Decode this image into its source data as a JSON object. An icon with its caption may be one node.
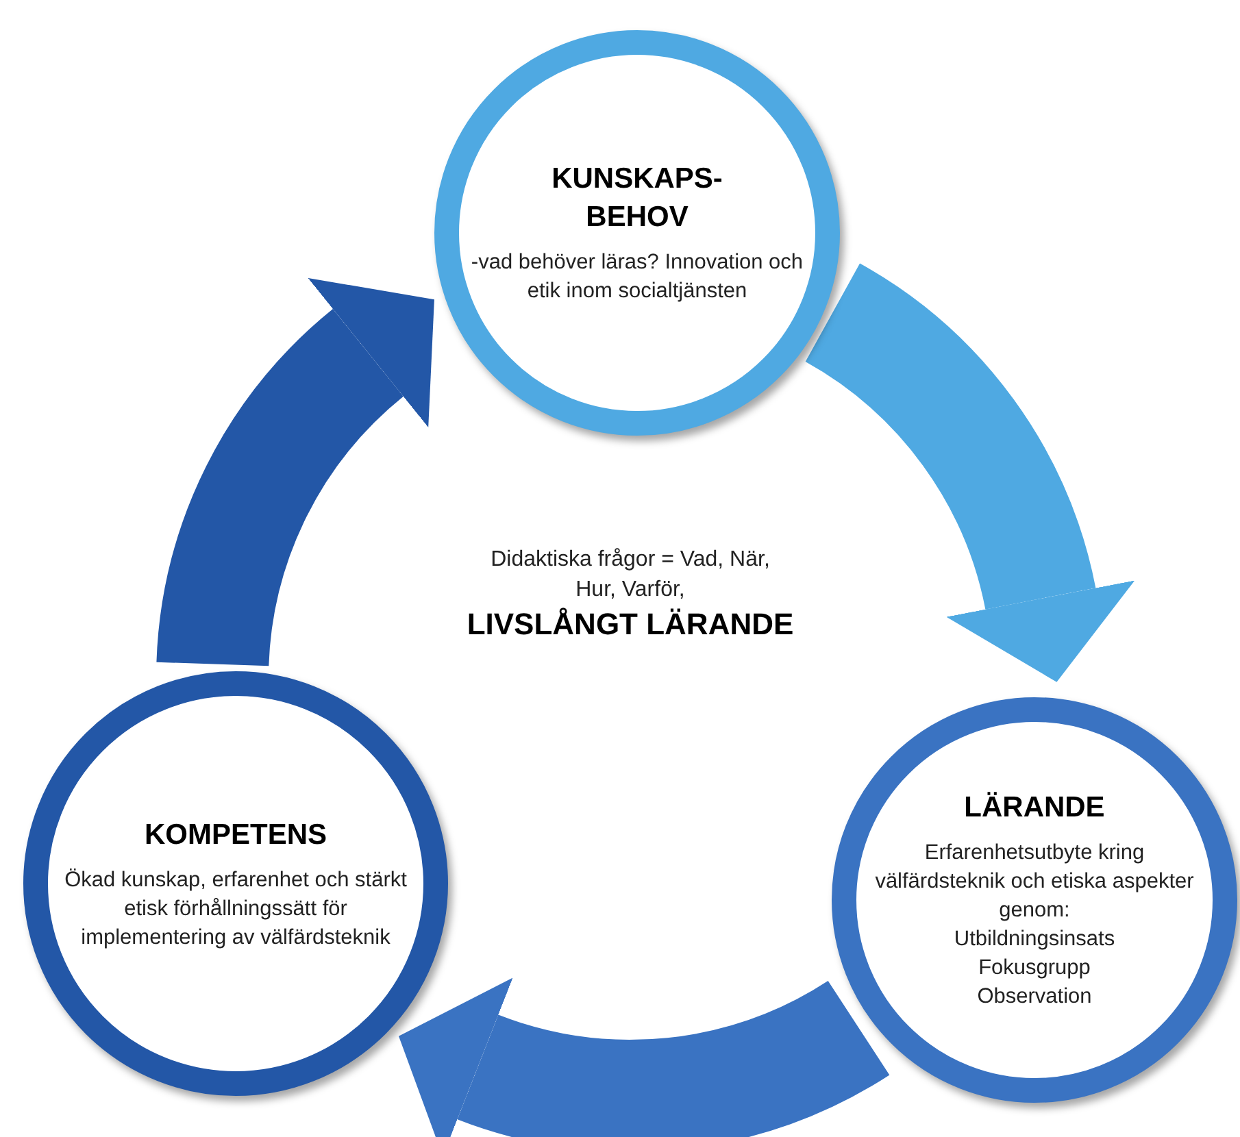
{
  "diagram": {
    "nodes": [
      {
        "text": [
          "KUNSKAPS- BEHOV",
          "-vad behöver läras? Innovation och etik inom socialtjänsten"
        ]
      },
      {
        "text": [
          "LÄRANDE",
          "Erfarenhetsutbyte kring välfärdsteknik och etiska aspekter genom:",
          "Utbildningsinsats",
          "Fokusgrupp",
          "Observation"
        ]
      },
      {
        "text": [
          "KOMPETENS",
          "Ökad kunskap, erfarenhet och stärkt etisk förhållningssätt för implementering av välfärdsteknik"
        ]
      }
    ],
    "edges": [
      {
        "from": 0,
        "to": 1,
        "arrow": "to",
        "color": "#4fa9e2"
      },
      {
        "from": 1,
        "to": 2,
        "arrow": "to",
        "color": "#3a73c2"
      },
      {
        "from": 2,
        "to": 0,
        "arrow": "to",
        "color": "#2357a7"
      }
    ],
    "labels": [
      "Didaktiska frågor = Vad, När, Hur, Varför,",
      "LIVSLÅNGT LÄRANDE"
    ]
  }
}
